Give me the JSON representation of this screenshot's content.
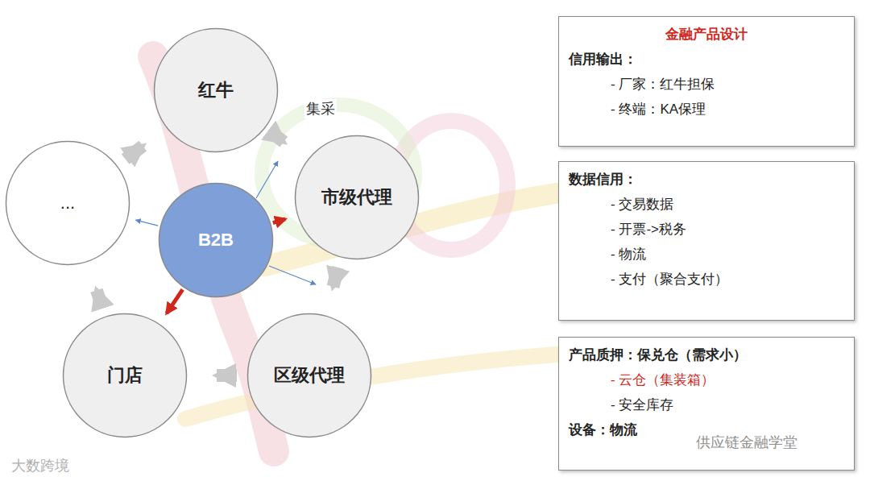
{
  "diagram": {
    "nodes": [
      {
        "text": [
          "红牛"
        ]
      },
      {
        "text": [
          "..."
        ]
      },
      {
        "text": [
          "B2B"
        ]
      },
      {
        "text": [
          "市级代理"
        ]
      },
      {
        "text": [
          "区级代理"
        ]
      },
      {
        "text": [
          "门店"
        ]
      },
      {
        "text": [
          "金融产品设计",
          "信用输出：",
          "-  厂家：红牛担保",
          "-  终端：KA保理"
        ]
      },
      {
        "text": [
          "数据信用：",
          "-  交易数据",
          "-  开票->税务",
          "-  物流",
          "-  支付（聚合支付）"
        ]
      },
      {
        "text": [
          "产品质押：保兑仓（需求小）",
          "-  云仓（集装箱）",
          "-  安全库存",
          "设备：物流"
        ]
      }
    ],
    "edges": [
      {
        "from": 2,
        "to": 1,
        "arrow": "to"
      },
      {
        "from": 2,
        "to": 3,
        "arrow": "to"
      },
      {
        "from": 2,
        "to": 5,
        "arrow": "to"
      },
      {
        "from": 0,
        "to": 3,
        "arrow": "to",
        "label": "集采"
      },
      {
        "from": 3,
        "to": 4,
        "arrow": "to"
      },
      {
        "from": 4,
        "to": 5,
        "arrow": "to"
      },
      {
        "from": 5,
        "to": 1,
        "arrow": "to"
      },
      {
        "from": 1,
        "to": 0,
        "arrow": "to"
      }
    ],
    "labels": [
      "大数跨境",
      "供应链金融学堂"
    ]
  }
}
